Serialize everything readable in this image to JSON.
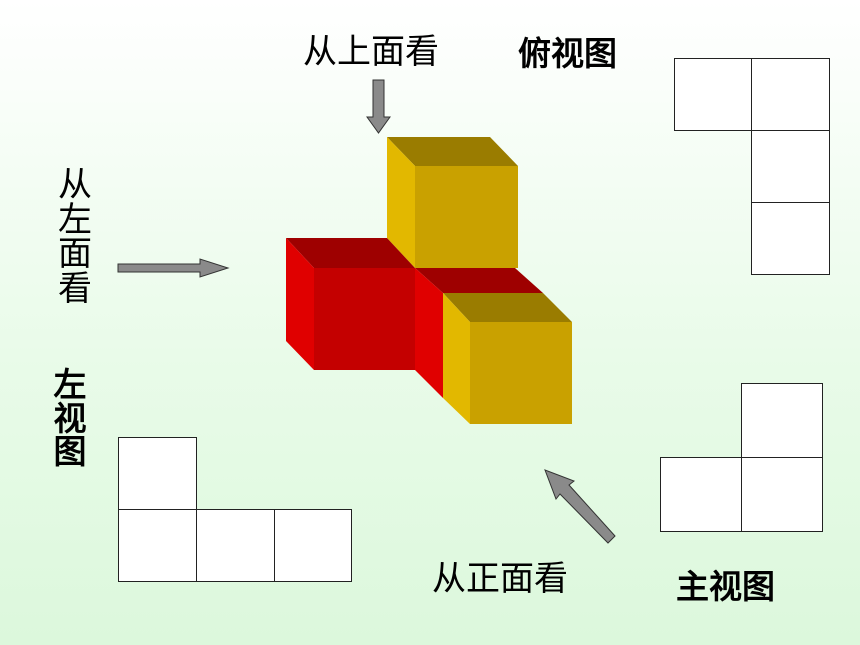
{
  "labels": {
    "from_top": "从上面看",
    "top_view": "俯视图",
    "from_left_chars": [
      "从",
      "左",
      "面",
      "看"
    ],
    "left_view_chars": [
      "左",
      "视",
      "图"
    ],
    "from_front": "从正面看",
    "front_view": "主视图"
  },
  "colors": {
    "cube_red": "#cc0000",
    "cube_gold": "#c8a000",
    "arrow": "#808080"
  }
}
